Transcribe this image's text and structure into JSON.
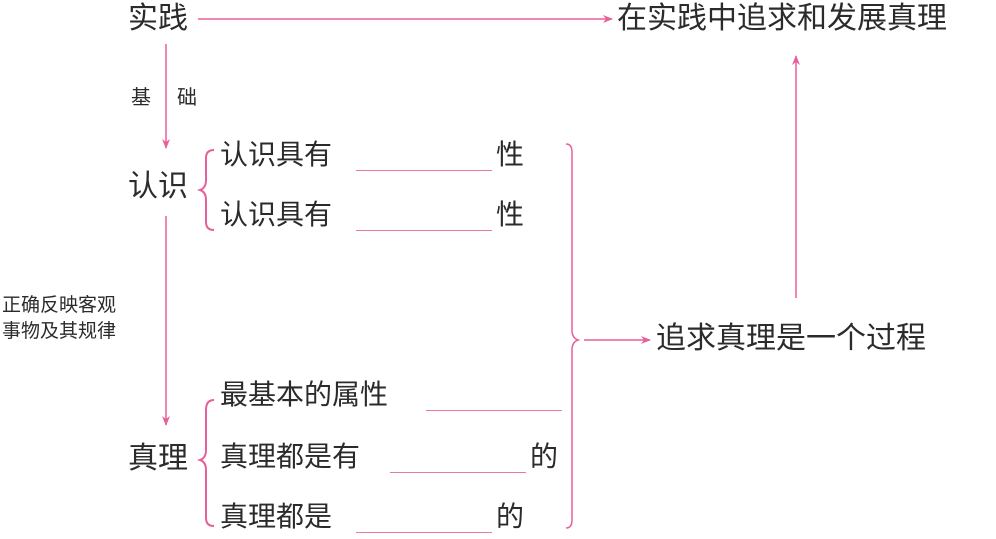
{
  "colors": {
    "accent": "#e8609a",
    "text": "#2b2b2b",
    "background": "#ffffff"
  },
  "nodes": {
    "practice": "实践",
    "goal": "在实践中追求和发展真理",
    "cognition": "认识",
    "truth": "真理",
    "process": "追求真理是一个过程"
  },
  "edge_labels": {
    "basis_1": "基",
    "basis_2": "础",
    "reflect_line1": "正确反映客观",
    "reflect_line2": "事物及其规律"
  },
  "cognition_items": [
    {
      "prefix": "认识具有",
      "suffix": "性"
    },
    {
      "prefix": "认识具有",
      "suffix": "性"
    }
  ],
  "truth_items": [
    {
      "prefix": "最基本的属性",
      "suffix": ""
    },
    {
      "prefix": "真理都是有",
      "suffix": "的"
    },
    {
      "prefix": "真理都是",
      "suffix": "的"
    }
  ]
}
